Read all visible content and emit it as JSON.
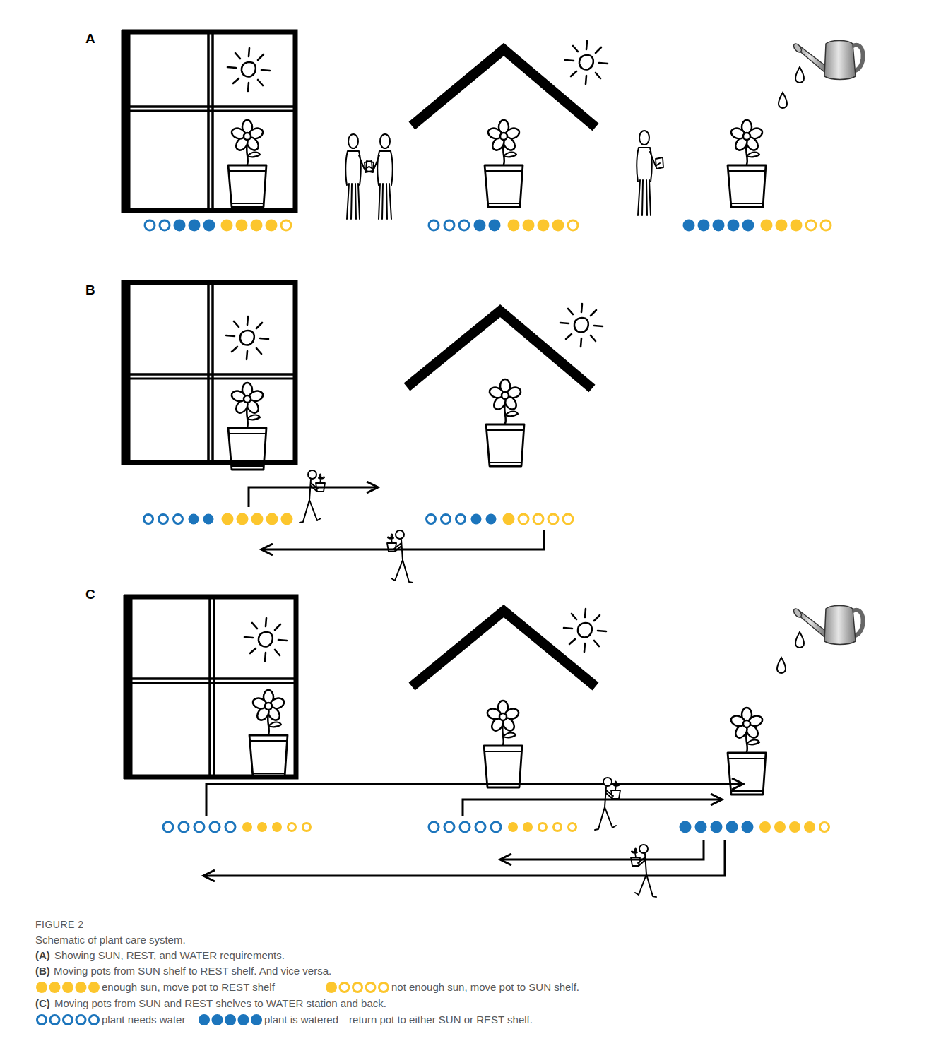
{
  "diagram": {
    "title": "FIGURE 2",
    "caption": "Schematic of plant care system.",
    "labels": [
      "A",
      "B",
      "C",
      "(A)",
      "Showing SUN, REST, and WATER requirements.",
      "(B)",
      "Moving pots from SUN shelf to REST shelf. And vice versa.",
      "(C)",
      "Moving pots from SUN and REST shelves to WATER station and back."
    ],
    "legend": [
      {
        "text": "enough sun, move pot to REST shelf"
      },
      {
        "text": "not enough sun, move pot to SUN shelf."
      },
      {
        "text": "plant needs water"
      },
      {
        "text": "plant is watered—return pot to either SUN or REST shelf."
      }
    ]
  }
}
